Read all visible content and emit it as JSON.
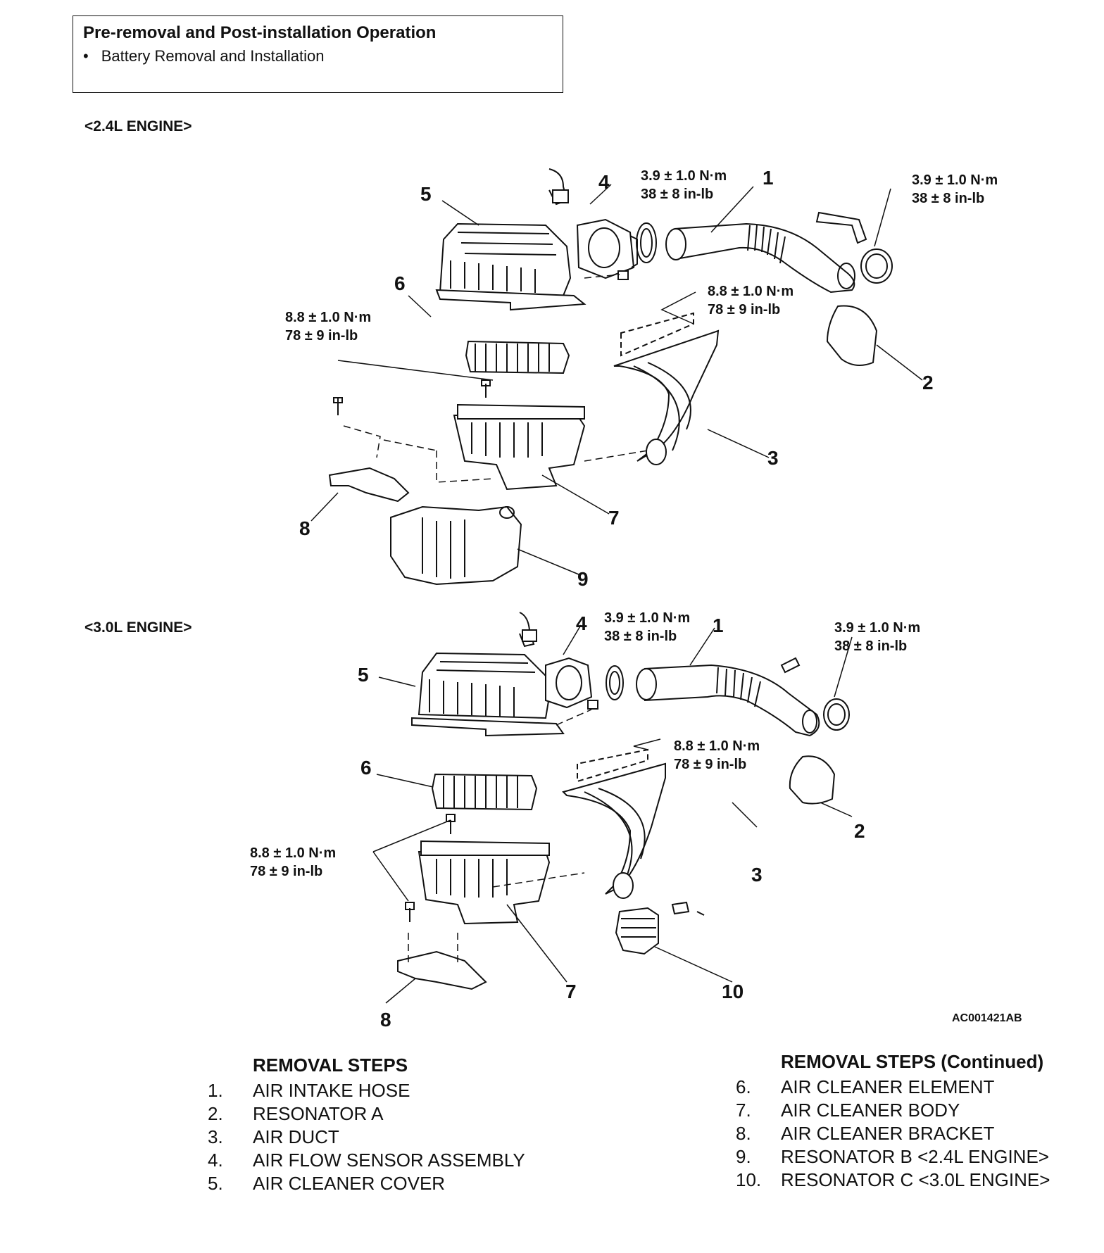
{
  "pre_box": {
    "title": "Pre-removal and Post-installation Operation",
    "items": [
      "Battery Removal and Installation"
    ]
  },
  "engines": {
    "e24": "<2.4L ENGINE>",
    "e30": "<3.0L ENGINE>"
  },
  "torque": {
    "t39": "3.9 ± 1.0 N·m",
    "t39_in": "38 ± 8 in-lb",
    "t88": "8.8 ± 1.0 N·m",
    "t88_in": "78 ± 9 in-lb"
  },
  "callouts": {
    "c1": "1",
    "c2": "2",
    "c3": "3",
    "c4": "4",
    "c5": "5",
    "c6": "6",
    "c7": "7",
    "c8": "8",
    "c9": "9",
    "c10": "10"
  },
  "figure_code": "AC001421AB",
  "removal_steps": {
    "heading": "REMOVAL STEPS",
    "heading_cont": "REMOVAL STEPS (Continued)",
    "left": [
      {
        "num": "1.",
        "label": "AIR INTAKE HOSE"
      },
      {
        "num": "2.",
        "label": "RESONATOR A"
      },
      {
        "num": "3.",
        "label": "AIR DUCT"
      },
      {
        "num": "4.",
        "label": "AIR FLOW SENSOR ASSEMBLY"
      },
      {
        "num": "5.",
        "label": "AIR CLEANER COVER"
      }
    ],
    "right": [
      {
        "num": "6.",
        "label": "AIR CLEANER ELEMENT"
      },
      {
        "num": "7.",
        "label": "AIR CLEANER BODY"
      },
      {
        "num": "8.",
        "label": "AIR CLEANER BRACKET"
      },
      {
        "num": "9.",
        "label": "RESONATOR B <2.4L ENGINE>"
      },
      {
        "num": "10.",
        "label": "RESONATOR C <3.0L ENGINE>"
      }
    ]
  }
}
